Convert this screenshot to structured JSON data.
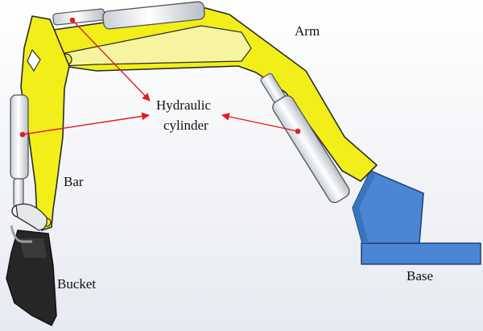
{
  "labels": {
    "arm": "Arm",
    "hydraulic_line1": "Hydraulic",
    "hydraulic_line2": "cylinder",
    "bar": "Bar",
    "bucket": "Bucket",
    "base": "Base"
  },
  "colors": {
    "background_top": "#ffffff",
    "background_bottom": "#e7eaf0",
    "arm_yellow": "#f2ee1a",
    "arm_outline": "#2a2a2a",
    "cylinder_fill": "#eceff3",
    "base_blue": "#4a86d4",
    "bucket_dark": "#262626",
    "arrow_red": "#e01c1c"
  }
}
